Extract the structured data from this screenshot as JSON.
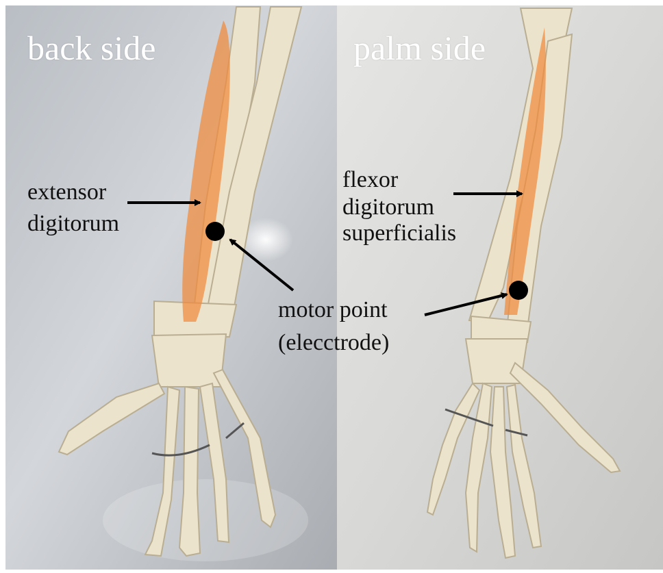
{
  "panels": {
    "left": {
      "title": "back side",
      "muscle_label_line1": "extensor",
      "muscle_label_line2": "digitorum"
    },
    "right": {
      "title": "palm side",
      "muscle_label_line1": "flexor",
      "muscle_label_line2": "digitorum",
      "muscle_label_line3": "superficialis"
    }
  },
  "motor_point_label_line1": "motor point",
  "motor_point_label_line2": "(elecctrode)",
  "colors": {
    "muscle_overlay": "#f08a3c",
    "bone": "#ece3cc",
    "background_left": "#c9ccd0",
    "background_right": "#dcdcdc",
    "marker": "#000000"
  }
}
